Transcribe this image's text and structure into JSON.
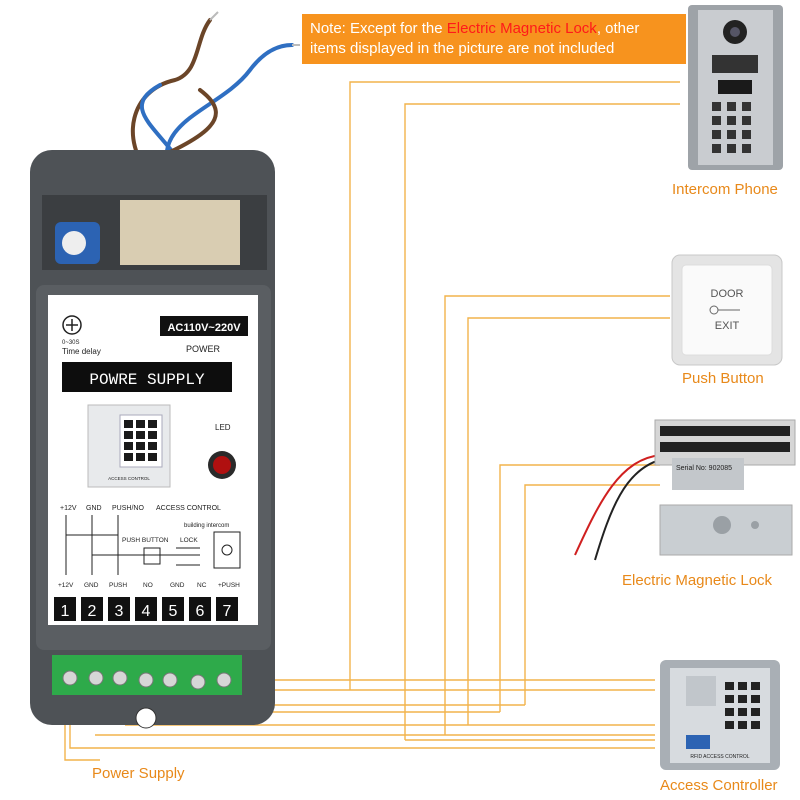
{
  "note": {
    "prefix": "Note: Except for the ",
    "highlight": "Electric Magnetic Lock",
    "suffix": ", other items displayed in the picture are not included"
  },
  "labels": {
    "intercom": "Intercom Phone",
    "push_button": "Push Button",
    "lock": "Electric Magnetic Lock",
    "controller": "Access Controller",
    "power_supply": "Power Supply"
  },
  "psu": {
    "title": "POWRE SUPPLY",
    "voltage": "AC110V~220V",
    "power": "POWER",
    "delay_range": "0~30S",
    "time_delay": "Time delay",
    "led": "LED",
    "top_labels": [
      "+12V",
      "GND",
      "PUSH/NO",
      "ACCESS CONTROL"
    ],
    "building_intercom": "building intercom",
    "push_button": "PUSH BUTTON",
    "lock": "LOCK",
    "bottom_labels": [
      "+12V",
      "GND",
      "PUSH",
      "NO",
      "GND",
      "NC",
      "+PUSH"
    ],
    "terminals": [
      "1",
      "2",
      "3",
      "4",
      "5",
      "6",
      "7"
    ],
    "keypad_caption": "ACCESS CONTROL"
  },
  "push_button_device": {
    "line1": "DOOR",
    "line2": "EXIT"
  },
  "lock_device": {
    "serial": "Serial No: 902085"
  },
  "controller_device": {
    "caption": "RFID ACCESS CONTROL"
  },
  "colors": {
    "accent": "#f7931e",
    "highlight": "#ff1a1a",
    "label": "#e8891a",
    "panel": "#5a5e62"
  }
}
